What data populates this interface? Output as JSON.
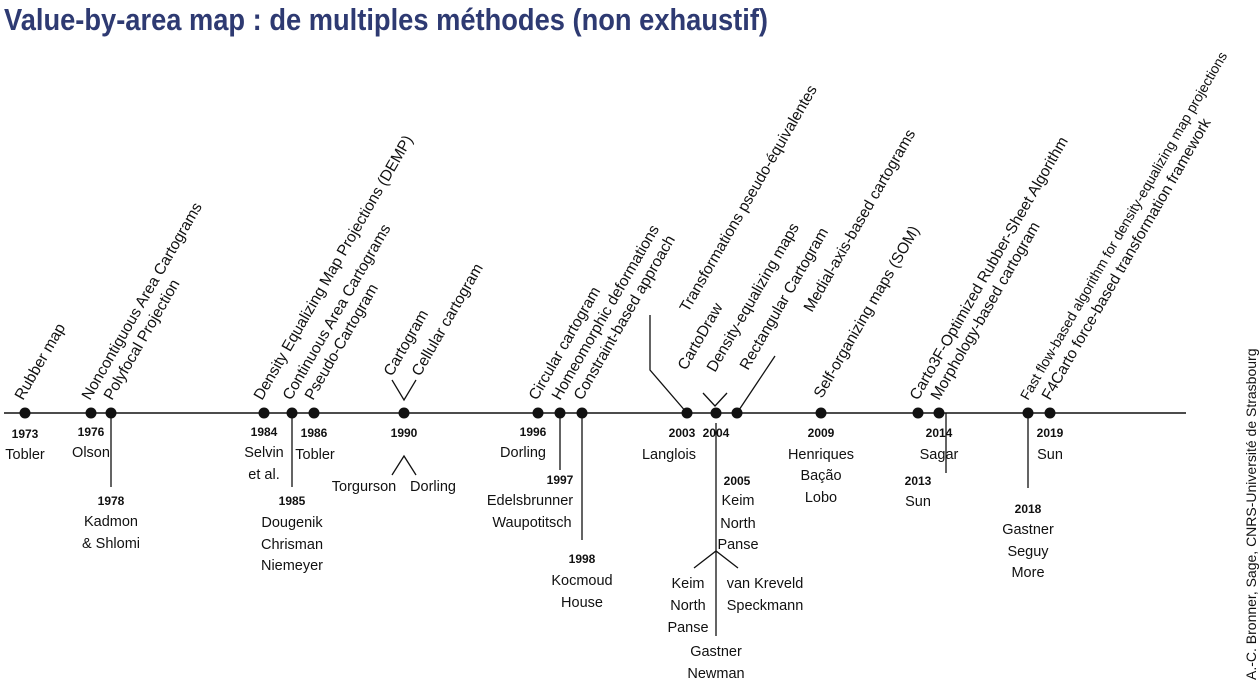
{
  "title": "Value-by-area map : de multiples méthodes (non exhaustif)",
  "credit": "A.-C. Bronner, Sage, CNRS-Université de Strasbourg",
  "timeline": {
    "methods": [
      "Rubber map",
      "Noncontiguous Area Cartograms",
      "Polyfocal Projection",
      "Density Equalizing Map Projections (DEMP)",
      "Continuous Area Cartograms",
      "Pseudo-Cartogram",
      "Cartogram",
      "Cellular cartogram",
      "Circular cartogram",
      "Homeomorphic deformations",
      "Constraint-based approach",
      "Transformations pseudo-équivalentes",
      "CartoDraw",
      "Density-equalizing maps",
      "Rectangular Cartogram",
      "Medial-axis-based cartograms",
      "Self-organizing maps (SOM)",
      "Carto3F-Optimized Rubber-Sheet Algorithm",
      "Morphology-based cartogram",
      "Fast flow-based algorithm for density-equalizing map projections",
      "F4Carto force-based transformation framework"
    ],
    "years": [
      "1973",
      "1976",
      "1978",
      "1984",
      "1985",
      "1986",
      "1990",
      "1996",
      "1997",
      "1998",
      "2003",
      "2004",
      "2005",
      "2009",
      "2013",
      "2014",
      "2018",
      "2019"
    ],
    "authors": [
      "Tobler",
      "Olson",
      "Kadmon",
      "& Shlomi",
      "Selvin",
      "et al.",
      "Dougenik",
      "Chrisman",
      "Niemeyer",
      "Tobler",
      "Torgurson",
      "Dorling",
      "Dorling",
      "Edelsbrunner",
      "Waupotitsch",
      "Kocmoud",
      "House",
      "Langlois",
      "Keim",
      "North",
      "Panse",
      "Keim",
      "North",
      "Panse",
      "van Kreveld",
      "Speckmann",
      "Gastner",
      "Newman",
      "Henriques",
      "Bação",
      "Lobo",
      "Sun",
      "Sagar",
      "Gastner",
      "Seguy",
      "More",
      "Sun"
    ]
  }
}
